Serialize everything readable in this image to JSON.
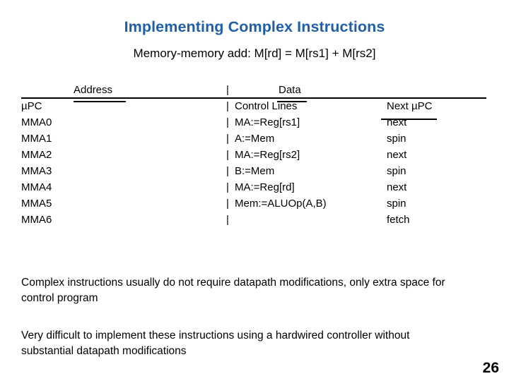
{
  "slide": {
    "title": "Implementing Complex Instructions",
    "subtitle": "Memory-memory add: M[rd] = M[rs1] + M[rs2]",
    "page_number": "26",
    "table": {
      "headers": {
        "address": "Address",
        "bar": "|",
        "data": "Data",
        "next": ""
      },
      "rows": [
        {
          "address": "µPC",
          "bar": "|",
          "data": "Control Lines",
          "next": "Next µPC"
        },
        {
          "address": "MMA0",
          "bar": "|",
          "data": "MA:=Reg[rs1]",
          "next": "next"
        },
        {
          "address": "MMA1",
          "bar": "|",
          "data": "A:=Mem",
          "next": "spin"
        },
        {
          "address": "MMA2",
          "bar": "|",
          "data": "MA:=Reg[rs2]",
          "next": "next"
        },
        {
          "address": "MMA3",
          "bar": "|",
          "data": "B:=Mem",
          "next": "spin"
        },
        {
          "address": "MMA4",
          "bar": "|",
          "data": "MA:=Reg[rd]",
          "next": "next"
        },
        {
          "address": "MMA5",
          "bar": "|",
          "data": "Mem:=ALUOp(A,B)",
          "next": "spin"
        },
        {
          "address": "MMA6",
          "bar": "|",
          "data": "",
          "next": "fetch"
        }
      ]
    },
    "paragraphs": [
      "Complex instructions usually do not require datapath modifications, only extra space for control program",
      "Very difficult to implement these instructions using a hardwired controller without substantial datapath modifications"
    ]
  },
  "colors": {
    "title": "#1F5FA9",
    "text": "#000000",
    "background": "#FFFFFF"
  }
}
